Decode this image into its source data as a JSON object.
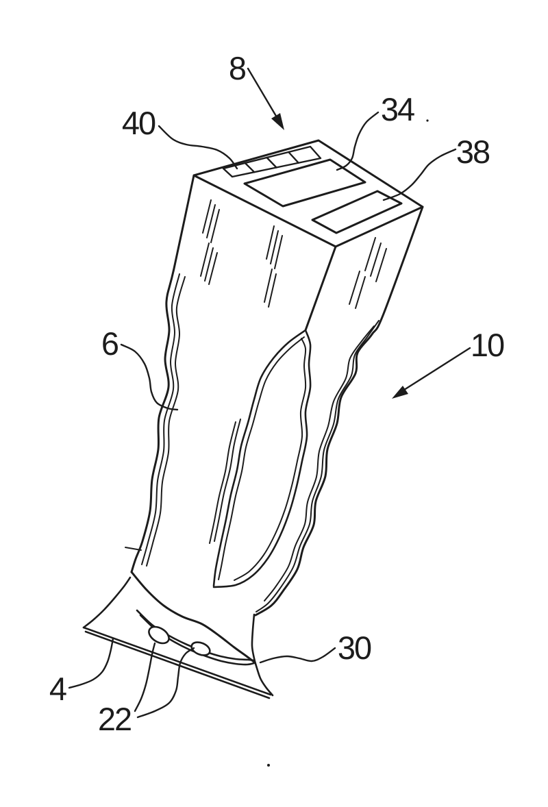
{
  "figure": {
    "background_color": "#ffffff",
    "ink_color": "#1c1c1c",
    "labels": {
      "l8": {
        "text": "8",
        "connector": "arrow"
      },
      "l40": {
        "text": "40",
        "connector": "leader"
      },
      "l34": {
        "text": "34",
        "connector": "leader"
      },
      "l38": {
        "text": "38",
        "connector": "leader"
      },
      "l6": {
        "text": "6",
        "connector": "leader"
      },
      "l10": {
        "text": "10",
        "connector": "arrow"
      },
      "l30": {
        "text": "30",
        "connector": "leader"
      },
      "l4": {
        "text": "4",
        "connector": "leader"
      },
      "l22": {
        "text": "22",
        "connector": "forked-leader"
      }
    }
  }
}
